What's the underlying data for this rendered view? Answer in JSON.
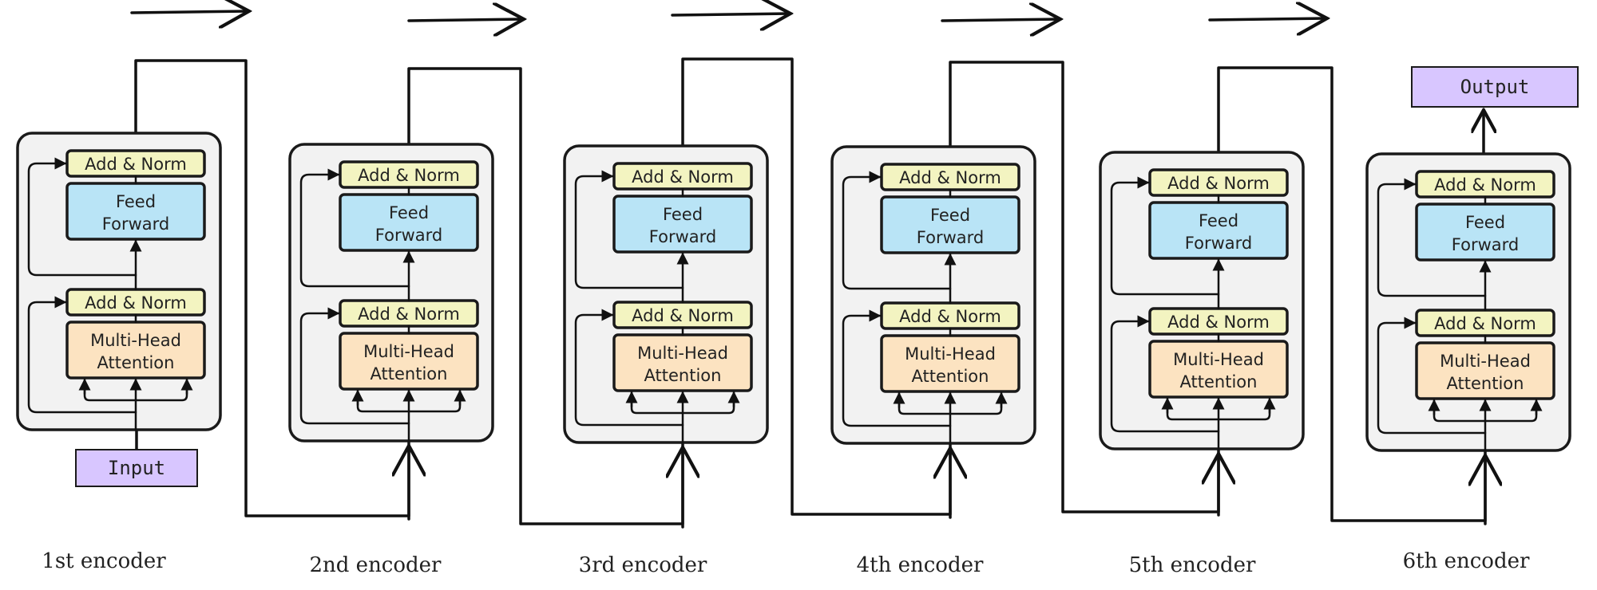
{
  "blocks": {
    "add_norm": "Add & Norm",
    "feed_forward": [
      "Feed",
      "Forward"
    ],
    "multi_head_attention": [
      "Multi-Head",
      "Attention"
    ]
  },
  "input_label": "Input",
  "output_label": "Output",
  "encoders": [
    {
      "label": "1st encoder"
    },
    {
      "label": "2nd encoder"
    },
    {
      "label": "3rd encoder"
    },
    {
      "label": "4th encoder"
    },
    {
      "label": "5th encoder"
    },
    {
      "label": "6th encoder"
    }
  ],
  "colors": {
    "add_norm": "#f3f4c1",
    "feed_forward": "#b9e4f6",
    "multi_head_attention": "#fce3c1",
    "io_box": "#d8c6ff",
    "panel": "#f2f2f2",
    "stroke": "#1a1a1a"
  }
}
